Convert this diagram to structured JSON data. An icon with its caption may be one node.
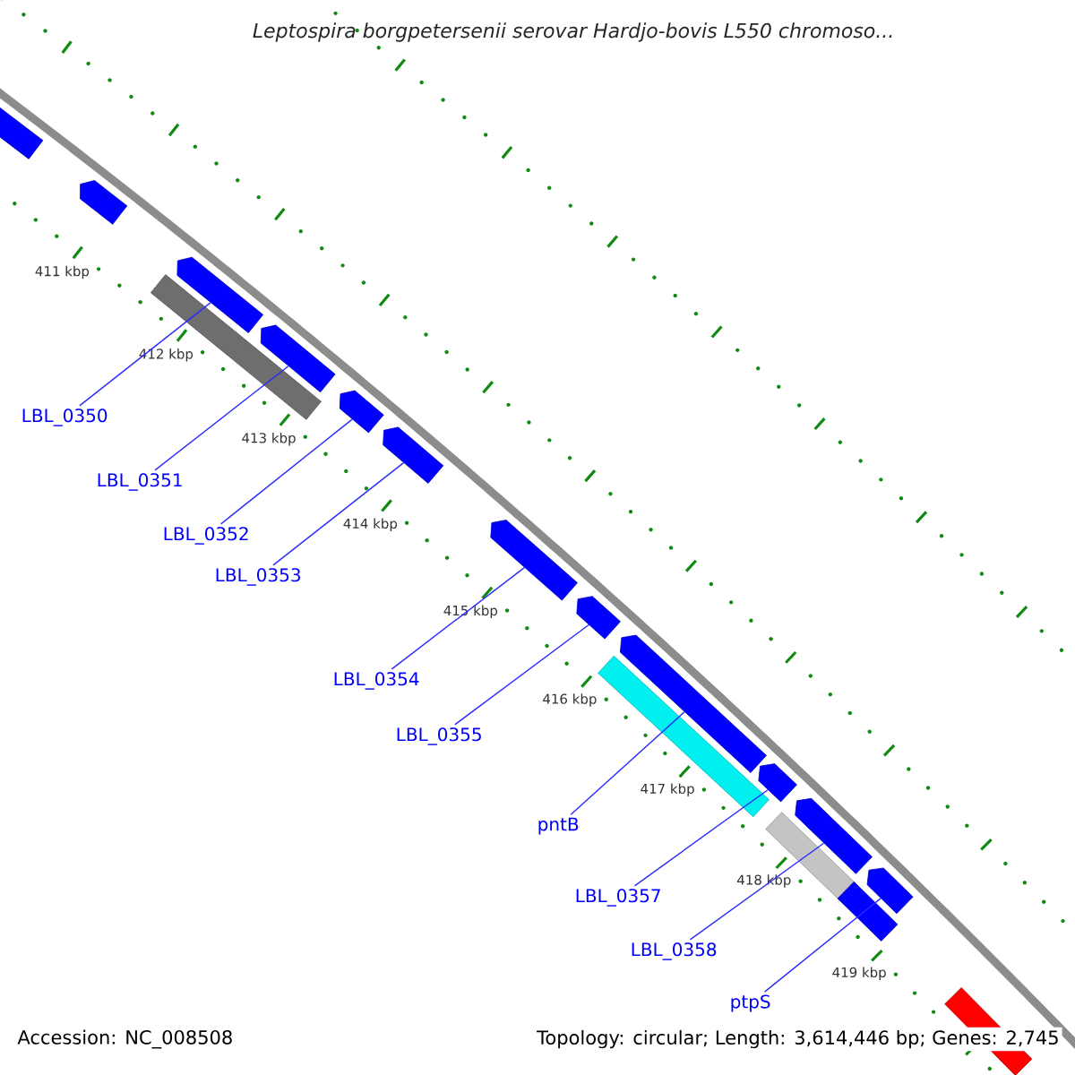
{
  "diagram": {
    "title": "Leptospira borgpetersenii serovar Hardjo-bovis L550 chromoso...",
    "nodes": [
      {
        "text": [],
        "shape": "arrow"
      },
      {
        "text": [],
        "shape": "arrow"
      },
      {
        "text": [],
        "shape": "arrow"
      },
      {
        "text": [],
        "shape": "arrow"
      },
      {
        "text": [],
        "shape": "arrow"
      },
      {
        "text": [],
        "shape": "arrow"
      },
      {
        "text": [],
        "shape": "arrow"
      },
      {
        "text": [],
        "shape": "arrow"
      },
      {
        "text": [],
        "shape": "arrow"
      },
      {
        "text": [],
        "shape": "arrow"
      },
      {
        "text": [],
        "shape": "arrow"
      },
      {
        "text": [],
        "shape": "arrow"
      },
      {
        "text": [],
        "shape": "bar"
      },
      {
        "text": [],
        "shape": "bar"
      },
      {
        "text": [],
        "shape": "bar"
      },
      {
        "text": [],
        "shape": "bar"
      },
      {
        "text": [],
        "shape": "bar"
      },
      {
        "text": [
          "LBL_0350"
        ]
      },
      {
        "text": [
          "LBL_0351"
        ]
      },
      {
        "text": [
          "LBL_0352"
        ]
      },
      {
        "text": [
          "LBL_0353"
        ]
      },
      {
        "text": [
          "LBL_0354"
        ]
      },
      {
        "text": [
          "LBL_0355"
        ]
      },
      {
        "text": [
          "pntB"
        ]
      },
      {
        "text": [
          "LBL_0357"
        ]
      },
      {
        "text": [
          "LBL_0358"
        ]
      },
      {
        "text": [
          "ptpS"
        ]
      }
    ],
    "edges": [
      {
        "from": 17,
        "to": 2,
        "arrow": "none"
      },
      {
        "from": 18,
        "to": 3,
        "arrow": "none"
      },
      {
        "from": 19,
        "to": 4,
        "arrow": "none"
      },
      {
        "from": 20,
        "to": 5,
        "arrow": "none"
      },
      {
        "from": 21,
        "to": 6,
        "arrow": "none"
      },
      {
        "from": 22,
        "to": 7,
        "arrow": "none"
      },
      {
        "from": 23,
        "to": 8,
        "arrow": "none"
      },
      {
        "from": 24,
        "to": 9,
        "arrow": "none"
      },
      {
        "from": 25,
        "to": 10,
        "arrow": "none"
      },
      {
        "from": 26,
        "to": 11,
        "arrow": "none"
      }
    ],
    "labels": [
      "411 kbp",
      "412 kbp",
      "413 kbp",
      "414 kbp",
      "415 kbp",
      "416 kbp",
      "417 kbp",
      "418 kbp",
      "419 kbp",
      "Accession: NC_008508",
      "Topology: circular; Length: 3,614,446 bp; Genes: 2,745"
    ]
  }
}
